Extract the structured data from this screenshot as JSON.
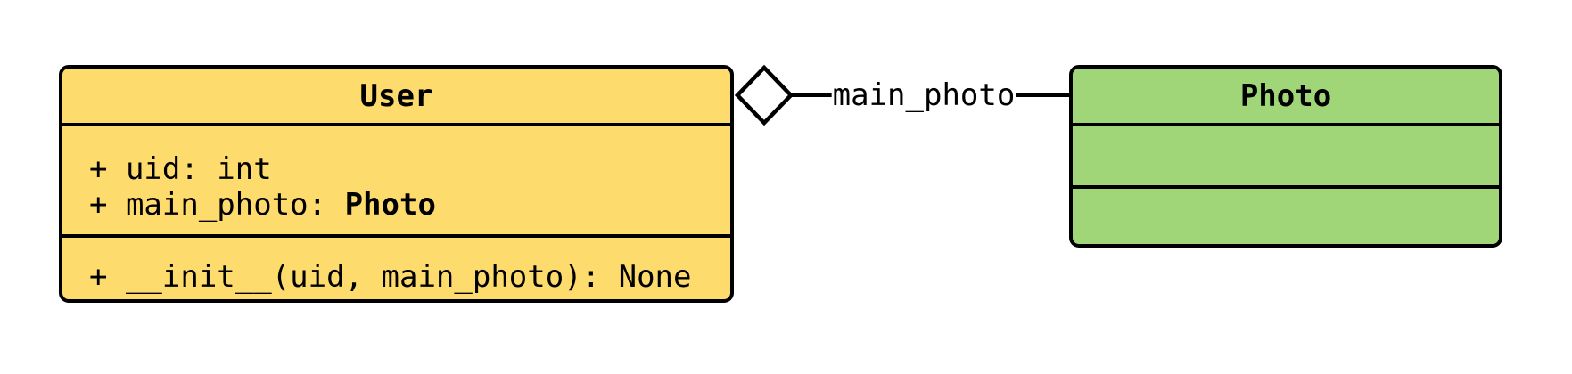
{
  "palette": {
    "background": "#ffffff",
    "user_fill": "#FDDB6D",
    "photo_fill": "#A0D677",
    "stroke": "#000000",
    "diamond_fill": "#ffffff",
    "text": "#000000"
  },
  "diagram": {
    "user_class": {
      "name": "User",
      "attributes": [
        {
          "text": "+ uid: int",
          "bold": ""
        },
        {
          "text": "+ main_photo: ",
          "bold": "Photo"
        }
      ],
      "methods": [
        {
          "text": "+ __init__(uid, main_photo): None",
          "bold": ""
        }
      ]
    },
    "photo_class": {
      "name": "Photo",
      "attributes": [],
      "methods": []
    },
    "relationship": {
      "label": "main_photo",
      "kind": "aggregation"
    }
  }
}
